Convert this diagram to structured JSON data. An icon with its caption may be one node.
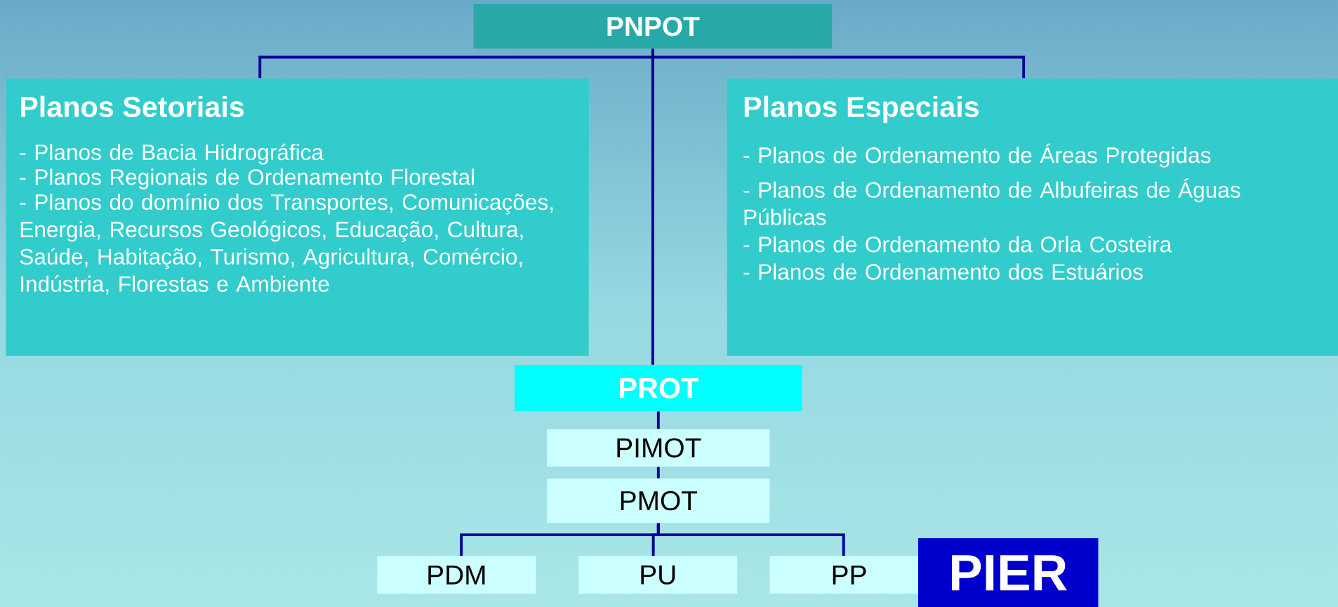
{
  "diagram": {
    "nodes": [
      {
        "text": [
          "PNPOT"
        ]
      },
      {
        "text": [
          "Planos Setoriais",
          "- Planos de Bacia Hidrográfica",
          "- Planos Regionais de Ordenamento Florestal",
          "- Planos do domínio dos Transportes, Comunicações, Energia, Recursos Geológicos, Educação, Cultura, Saúde, Habitação, Turismo, Agricultura, Comércio, Indústria, Florestas e Ambiente"
        ]
      },
      {
        "text": [
          "Planos Especiais",
          "- Planos de Ordenamento de Áreas Protegidas",
          "- Planos de Ordenamento de Albufeiras de Águas Públicas",
          "- Planos de Ordenamento da Orla Costeira",
          "- Planos de Ordenamento dos Estuários"
        ]
      },
      {
        "text": [
          "PROT"
        ]
      },
      {
        "text": [
          "PIMOT"
        ]
      },
      {
        "text": [
          "PMOT"
        ]
      },
      {
        "text": [
          "PDM"
        ]
      },
      {
        "text": [
          "PU"
        ]
      },
      {
        "text": [
          "PP"
        ]
      },
      {
        "text": [
          "PIER"
        ]
      }
    ],
    "edges": [
      {
        "from": 0,
        "to": 1,
        "arrow": "none"
      },
      {
        "from": 0,
        "to": 2,
        "arrow": "none"
      },
      {
        "from": 0,
        "to": 3,
        "arrow": "none"
      },
      {
        "from": 3,
        "to": 4,
        "arrow": "none"
      },
      {
        "from": 4,
        "to": 5,
        "arrow": "none"
      },
      {
        "from": 5,
        "to": 6,
        "arrow": "none"
      },
      {
        "from": 5,
        "to": 7,
        "arrow": "none"
      },
      {
        "from": 5,
        "to": 8,
        "arrow": "none"
      }
    ]
  }
}
